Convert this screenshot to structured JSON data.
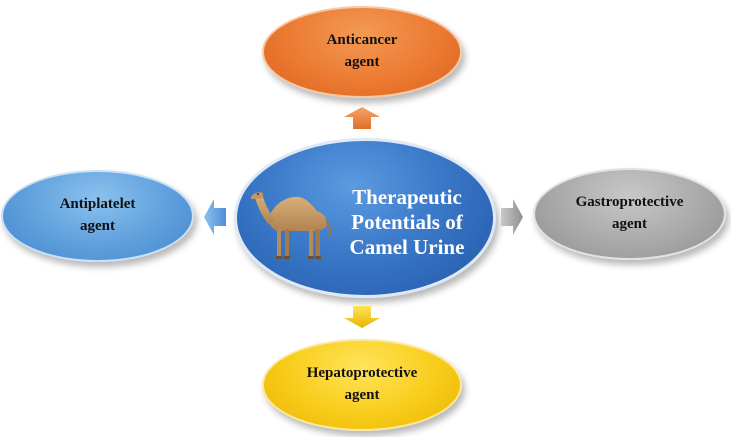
{
  "center": {
    "title": "Therapeutic Potentials of Camel Urine"
  },
  "nodes": {
    "top": {
      "line1": "Anticancer",
      "line2": "agent"
    },
    "bottom": {
      "line1": "Hepatoprotective",
      "line2": "agent"
    },
    "left": {
      "line1": "Antiplatelet",
      "line2": "agent"
    },
    "right": {
      "line1": "Gastroprotective",
      "line2": "agent"
    }
  },
  "colors": {
    "center": "#3a78c8",
    "top": "#ec7a31",
    "bottom": "#f8cc1a",
    "left": "#5e9fdc",
    "right": "#a9a9a9"
  },
  "icons": {
    "center": "camel-icon",
    "arrows": "block-arrow-icon"
  }
}
